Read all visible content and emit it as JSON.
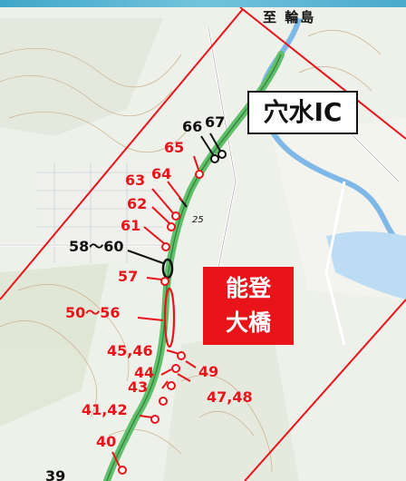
{
  "header": {
    "direction_label": "至 輪島"
  },
  "labels": {
    "interchange": "穴水IC",
    "bridge_line1": "能登",
    "bridge_line2": "大橋",
    "road_number": "25"
  },
  "colors": {
    "red": "#e8141a",
    "black": "#111111"
  },
  "points": {
    "p66": "66",
    "p67": "67",
    "p65": "65",
    "p63": "63",
    "p64": "64",
    "p62": "62",
    "p61": "61",
    "p58_60": "58～60",
    "p57": "57",
    "p50_56": "50～56",
    "p45_46": "45,46",
    "p49": "49",
    "p44": "44",
    "p43": "43",
    "p47_48": "47,48",
    "p41_42": "41,42",
    "p40": "40",
    "p39": "39"
  }
}
